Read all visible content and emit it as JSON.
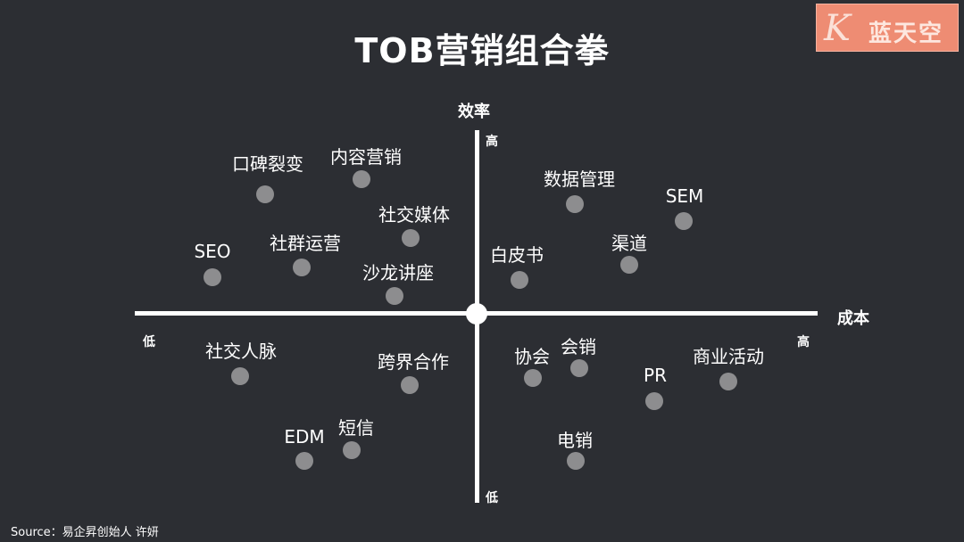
{
  "title": "TOB营销组合拳",
  "logo": {
    "letter": "K",
    "text": "蓝天空",
    "color": "#ee8c73"
  },
  "axes": {
    "y_title": "效率",
    "y_high": "高",
    "y_low": "低",
    "x_title": "成本",
    "x_low": "低",
    "x_high": "高"
  },
  "items": [
    {
      "label": "口碑裂变"
    },
    {
      "label": "内容营销"
    },
    {
      "label": "社交媒体"
    },
    {
      "label": "SEO"
    },
    {
      "label": "社群运营"
    },
    {
      "label": "沙龙讲座"
    },
    {
      "label": "数据管理"
    },
    {
      "label": "SEM"
    },
    {
      "label": "白皮书"
    },
    {
      "label": "渠道"
    },
    {
      "label": "社交人脉"
    },
    {
      "label": "跨界合作"
    },
    {
      "label": "EDM"
    },
    {
      "label": "短信"
    },
    {
      "label": "协会"
    },
    {
      "label": "会销"
    },
    {
      "label": "PR"
    },
    {
      "label": "商业活动"
    },
    {
      "label": "电销"
    }
  ],
  "source": "Source：易企昇创始人 许妍",
  "colors": {
    "background": "#2c2e33",
    "dot": "#8d8d8f",
    "axis": "#ffffff"
  }
}
